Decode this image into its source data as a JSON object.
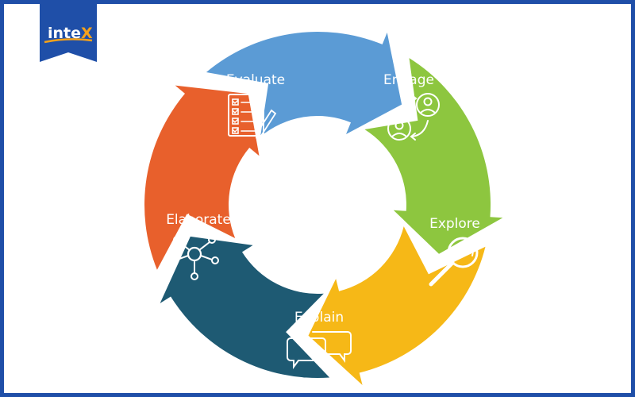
{
  "logo": {
    "text": "inte",
    "accent_text": "X",
    "accent_color": "#F6A21A",
    "bg_color": "#1F4FA8"
  },
  "frame_color": "#1F4FA8",
  "cycle": {
    "stages": [
      {
        "key": "evaluate",
        "label": "Evaluate",
        "icon": "checklist-icon",
        "color": "#5B9BD5"
      },
      {
        "key": "engage",
        "label": "Engage",
        "icon": "people-cycle-icon",
        "color": "#8DC63F"
      },
      {
        "key": "explore",
        "label": "Explore",
        "icon": "magnifier-icon",
        "color": "#F6B817"
      },
      {
        "key": "explain",
        "label": "Explain",
        "icon": "chat-bubbles-icon",
        "color": "#1E5A73"
      },
      {
        "key": "elaborate",
        "label": "Elaborate",
        "icon": "network-icon",
        "color": "#E8602C"
      }
    ]
  }
}
